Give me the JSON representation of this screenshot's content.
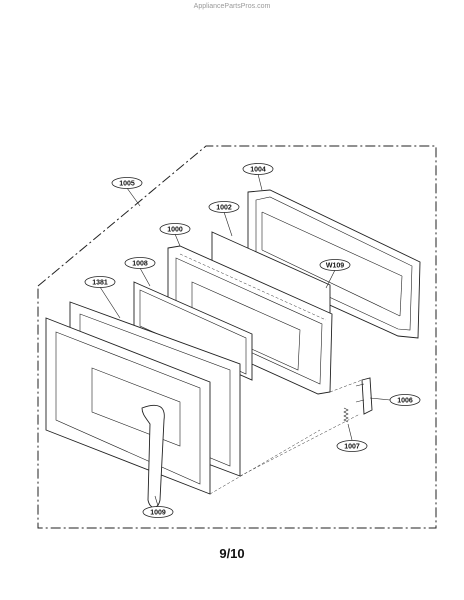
{
  "watermark": "AppliancePartsPros.com",
  "page_number": "9/10",
  "callouts": {
    "c1004": "1004",
    "c1005": "1005",
    "c1002": "1002",
    "c1000": "1000",
    "c1008": "1008",
    "cW109": "W109",
    "c1381": "1381",
    "c1006": "1006",
    "c1007": "1007",
    "c1009": "1009"
  }
}
